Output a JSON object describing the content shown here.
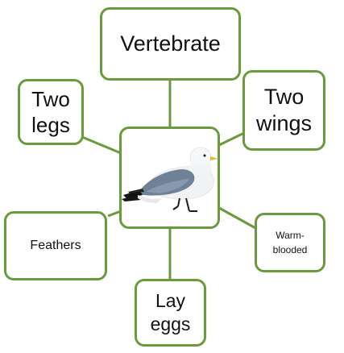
{
  "diagram": {
    "accent_color": "#6a9a3c",
    "center": {
      "image": "seagull-bird"
    },
    "nodes": {
      "vertebrate": "Vertebrate",
      "two_legs": "Two\nlegs",
      "two_wings": "Two\nwings",
      "feathers": "Feathers",
      "warm_blooded": "Warm-\nblooded",
      "lay_eggs": "Lay\neggs"
    }
  }
}
